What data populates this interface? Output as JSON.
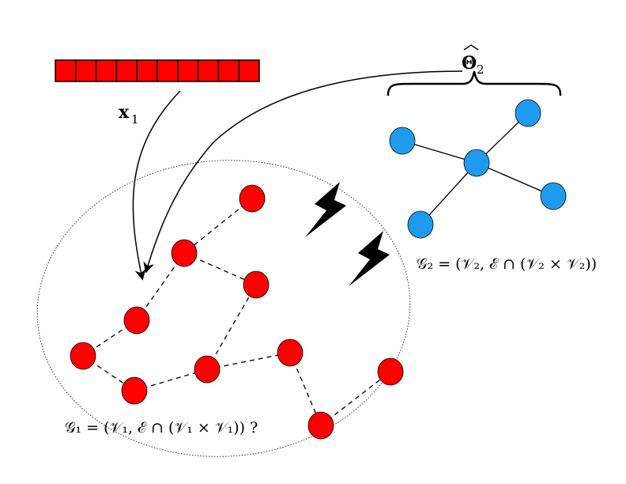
{
  "colors": {
    "red_node": "#ff0000",
    "blue_node": "#1e9bee",
    "stroke": "#000000"
  },
  "vector_x1": {
    "label": "x",
    "label_sub": "1",
    "cell_count": 10
  },
  "theta2": {
    "label": "Θ",
    "label_sub": "2"
  },
  "graph1": {
    "label": "𝒢₁ = (𝒱₁, ℰ ∩ (𝒱₁ × 𝒱₁)) ?"
  },
  "graph2": {
    "label": "𝒢₂ = (𝒱₂, ℰ ∩ (𝒱₂ × 𝒱₂))"
  },
  "icons": [
    "lightning-icon",
    "lightning-icon"
  ]
}
